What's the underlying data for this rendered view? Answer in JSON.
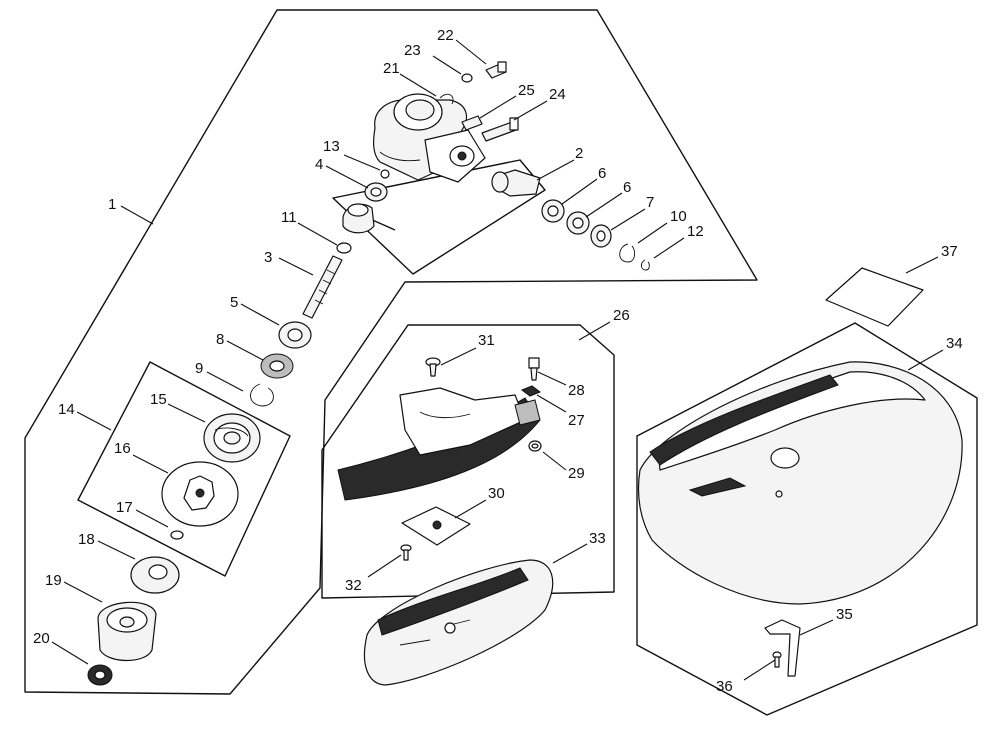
{
  "callouts": [
    {
      "id": "c1",
      "label": "1"
    },
    {
      "id": "c2",
      "label": "2"
    },
    {
      "id": "c3",
      "label": "3"
    },
    {
      "id": "c4",
      "label": "4"
    },
    {
      "id": "c5",
      "label": "5"
    },
    {
      "id": "c6a",
      "label": "6"
    },
    {
      "id": "c6b",
      "label": "6"
    },
    {
      "id": "c7",
      "label": "7"
    },
    {
      "id": "c8",
      "label": "8"
    },
    {
      "id": "c9",
      "label": "9"
    },
    {
      "id": "c10",
      "label": "10"
    },
    {
      "id": "c11",
      "label": "11"
    },
    {
      "id": "c12",
      "label": "12"
    },
    {
      "id": "c13",
      "label": "13"
    },
    {
      "id": "c14",
      "label": "14"
    },
    {
      "id": "c15",
      "label": "15"
    },
    {
      "id": "c16",
      "label": "16"
    },
    {
      "id": "c17",
      "label": "17"
    },
    {
      "id": "c18",
      "label": "18"
    },
    {
      "id": "c19",
      "label": "19"
    },
    {
      "id": "c20",
      "label": "20"
    },
    {
      "id": "c21",
      "label": "21"
    },
    {
      "id": "c22",
      "label": "22"
    },
    {
      "id": "c23",
      "label": "23"
    },
    {
      "id": "c24",
      "label": "24"
    },
    {
      "id": "c25",
      "label": "25"
    },
    {
      "id": "c26",
      "label": "26"
    },
    {
      "id": "c27",
      "label": "27"
    },
    {
      "id": "c28",
      "label": "28"
    },
    {
      "id": "c29",
      "label": "29"
    },
    {
      "id": "c30",
      "label": "30"
    },
    {
      "id": "c31",
      "label": "31"
    },
    {
      "id": "c32",
      "label": "32"
    },
    {
      "id": "c33",
      "label": "33"
    },
    {
      "id": "c34",
      "label": "34"
    },
    {
      "id": "c35",
      "label": "35"
    },
    {
      "id": "c36",
      "label": "36"
    },
    {
      "id": "c37",
      "label": "37"
    }
  ]
}
